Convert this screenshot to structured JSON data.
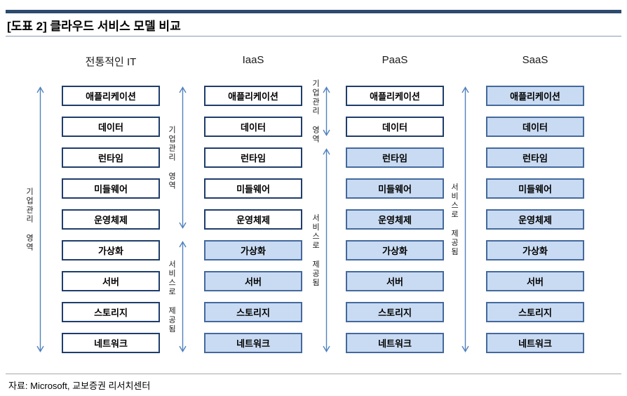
{
  "header": {
    "title": "[도표 2] 클라우드 서비스 모델 비교"
  },
  "diagram": {
    "layers": [
      "애플리케이션",
      "데이터",
      "런타임",
      "미들웨어",
      "운영체제",
      "가상화",
      "서버",
      "스토리지",
      "네트워크"
    ],
    "columns": [
      {
        "id": "traditional-it",
        "label": "전통적인 IT",
        "managed_layers": 9,
        "service_layers": 0
      },
      {
        "id": "iaas",
        "label": "IaaS",
        "managed_layers": 5,
        "service_layers": 4
      },
      {
        "id": "paas",
        "label": "PaaS",
        "managed_layers": 2,
        "service_layers": 7
      },
      {
        "id": "saas",
        "label": "SaaS",
        "managed_layers": 0,
        "service_layers": 9
      }
    ],
    "annotations": {
      "managed_label": "기업관리 영역",
      "service_label": "서비스로 제공됨"
    },
    "colors": {
      "managed_fill": "#FFFFFF",
      "managed_border": "#1F3D6B",
      "service_fill": "#C9DBF2",
      "service_border": "#44699D",
      "arrow": "#4F81BD",
      "top_bar": "#2E4A6E",
      "rule": "#8A9BB5"
    }
  },
  "footer": {
    "source": "자료: Microsoft, 교보증권 리서치센터"
  }
}
